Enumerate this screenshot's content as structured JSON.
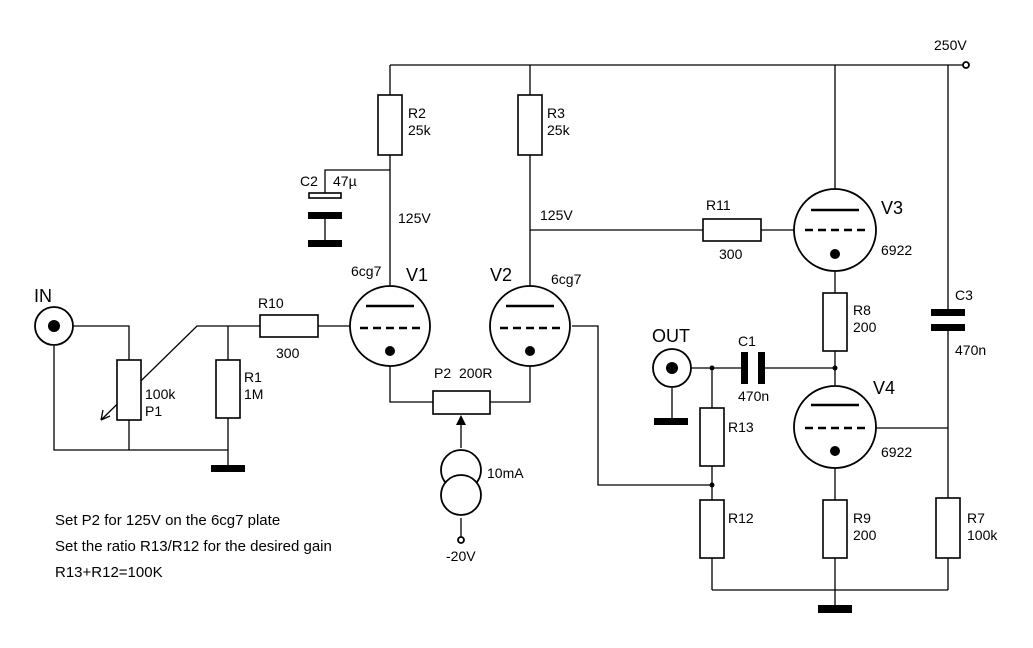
{
  "supply": {
    "label": "250V"
  },
  "connectors": {
    "input": "IN",
    "output": "OUT"
  },
  "tubes": {
    "v1": {
      "name": "V1",
      "type": "6cg7"
    },
    "v2": {
      "name": "V2",
      "type": "6cg7"
    },
    "v3": {
      "name": "V3",
      "type": "6922"
    },
    "v4": {
      "name": "V4",
      "type": "6922"
    }
  },
  "resistors": {
    "r1": {
      "name": "R1",
      "value": "1M"
    },
    "r2": {
      "name": "R2",
      "value": "25k"
    },
    "r3": {
      "name": "R3",
      "value": "25k"
    },
    "r7": {
      "name": "R7",
      "value": "100k"
    },
    "r8": {
      "name": "R8",
      "value": "200"
    },
    "r9": {
      "name": "R9",
      "value": "200"
    },
    "r10": {
      "name": "R10",
      "value": "300"
    },
    "r11": {
      "name": "R11",
      "value": "300"
    },
    "r12": {
      "name": "R12"
    },
    "r13": {
      "name": "R13"
    }
  },
  "pots": {
    "p1": {
      "name": "P1",
      "value": "100k"
    },
    "p2": {
      "name": "P2",
      "value": "200R"
    }
  },
  "capacitors": {
    "c1": {
      "name": "C1",
      "value": "470n"
    },
    "c2": {
      "name": "C2",
      "value": "47µ"
    },
    "c3": {
      "name": "C3",
      "value": "470n"
    }
  },
  "current_source": {
    "value": "10mA",
    "rail": "-20V"
  },
  "voltages": {
    "v1_plate": "125V",
    "v2_plate": "125V"
  },
  "notes": [
    "Set P2 for 125V on the 6cg7 plate",
    "Set the ratio R13/R12 for the desired gain",
    "R13+R12=100K"
  ]
}
